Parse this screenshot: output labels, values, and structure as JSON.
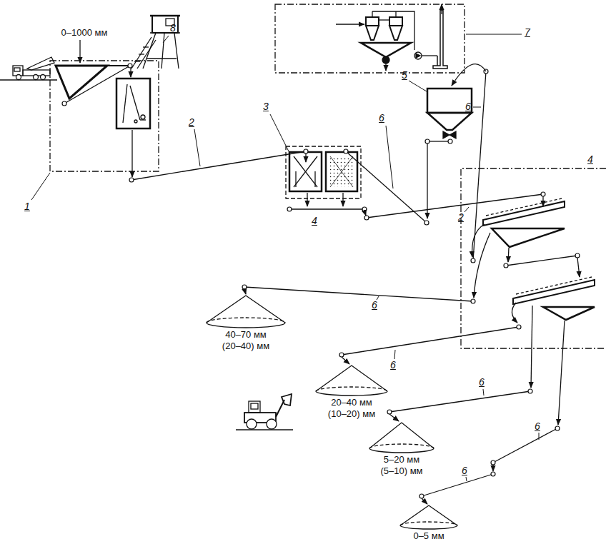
{
  "diagram": {
    "nodes": [
      {
        "text": [
          "40–70 мм",
          "(20–40) мм"
        ]
      },
      {
        "text": [
          "20–40 мм",
          "(10–20) мм"
        ]
      },
      {
        "text": [
          "5–20 мм",
          "(5–10) мм"
        ]
      },
      {
        "text": [
          "0–5 мм"
        ]
      }
    ],
    "labels": [
      "0–1000 мм",
      "8",
      "7",
      "5",
      "3",
      "6",
      "6",
      "2",
      "4",
      "1",
      "4",
      "2",
      "6",
      "6",
      "6",
      "6",
      "6"
    ]
  }
}
